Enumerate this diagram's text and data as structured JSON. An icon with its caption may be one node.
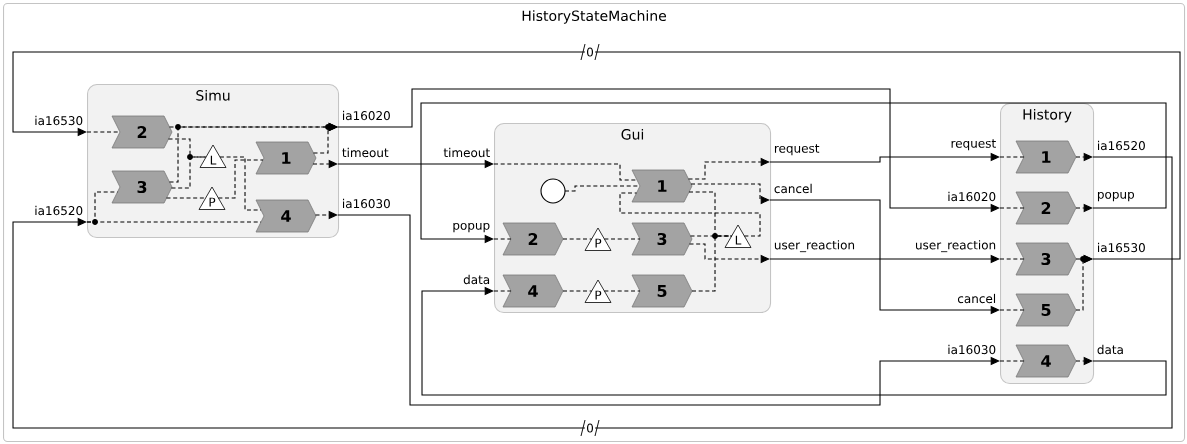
{
  "diagram": {
    "nodes": [
      {
        "text": [
          "HistoryStateMachine"
        ]
      },
      {
        "text": [
          "Simu"
        ],
        "in": 0
      },
      {
        "text": [
          "2"
        ],
        "in": 1
      },
      {
        "text": [
          "3"
        ],
        "in": 1
      },
      {
        "text": [
          "L"
        ],
        "in": 1
      },
      {
        "text": [
          "P"
        ],
        "in": 1
      },
      {
        "text": [
          "1"
        ],
        "in": 1
      },
      {
        "text": [
          "4"
        ],
        "in": 1
      },
      {
        "text": [
          "Gui"
        ],
        "in": 0
      },
      {
        "text": [
          "1"
        ],
        "in": 8
      },
      {
        "text": [],
        "shape": "circle",
        "in": 8
      },
      {
        "text": [
          "2"
        ],
        "in": 8
      },
      {
        "text": [
          "P"
        ],
        "in": 8
      },
      {
        "text": [
          "3"
        ],
        "in": 8
      },
      {
        "text": [
          "L"
        ],
        "in": 8
      },
      {
        "text": [
          "4"
        ],
        "in": 8
      },
      {
        "text": [
          "P"
        ],
        "in": 8
      },
      {
        "text": [
          "5"
        ],
        "in": 8
      },
      {
        "text": [
          "History"
        ],
        "in": 0
      },
      {
        "text": [
          "1"
        ],
        "in": 18
      },
      {
        "text": [
          "2"
        ],
        "in": 18
      },
      {
        "text": [
          "3"
        ],
        "in": 18
      },
      {
        "text": [
          "5"
        ],
        "in": 18
      },
      {
        "text": [
          "4"
        ],
        "in": 18
      },
      {
        "text": [
          "ia16530"
        ],
        "in": 0
      },
      {
        "text": [
          "ia16520"
        ],
        "in": 0
      },
      {
        "text": [
          "ia16020"
        ],
        "in": 0
      },
      {
        "text": [
          "timeout"
        ],
        "in": 0
      },
      {
        "text": [
          "ia16030"
        ],
        "in": 0
      },
      {
        "text": [
          "timeout"
        ],
        "in": 0
      },
      {
        "text": [
          "popup"
        ],
        "in": 0
      },
      {
        "text": [
          "data"
        ],
        "in": 0
      },
      {
        "text": [
          "request"
        ],
        "in": 0
      },
      {
        "text": [
          "cancel"
        ],
        "in": 0
      },
      {
        "text": [
          "user_reaction"
        ],
        "in": 0
      },
      {
        "text": [
          "request"
        ],
        "in": 0
      },
      {
        "text": [
          "ia16020"
        ],
        "in": 0
      },
      {
        "text": [
          "user_reaction"
        ],
        "in": 0
      },
      {
        "text": [
          "cancel"
        ],
        "in": 0
      },
      {
        "text": [
          "ia16030"
        ],
        "in": 0
      },
      {
        "text": [
          "ia16520"
        ],
        "in": 0
      },
      {
        "text": [
          "popup"
        ],
        "in": 0
      },
      {
        "text": [
          "ia16530"
        ],
        "in": 0
      },
      {
        "text": [
          "data"
        ],
        "in": 0
      }
    ],
    "edges": [
      {
        "from": 24,
        "to": 2,
        "arrow": "none",
        "style": "dashed"
      },
      {
        "from": 2,
        "to": 26,
        "arrow": "to",
        "style": "dashed"
      },
      {
        "from": 3,
        "to": 26,
        "arrow": "to",
        "style": "dashed"
      },
      {
        "from": 2,
        "to": 4,
        "arrow": "none",
        "style": "dashed"
      },
      {
        "from": 3,
        "to": 4,
        "arrow": "none",
        "style": "dashed"
      },
      {
        "from": 4,
        "to": 7,
        "arrow": "none",
        "style": "dashed"
      },
      {
        "from": 3,
        "to": 5,
        "arrow": "none",
        "style": "dashed"
      },
      {
        "from": 5,
        "to": 6,
        "arrow": "none",
        "style": "dashed"
      },
      {
        "from": 6,
        "to": 26,
        "arrow": "to",
        "style": "dashed"
      },
      {
        "from": 6,
        "to": 27,
        "arrow": "to",
        "style": "dashed"
      },
      {
        "from": 25,
        "to": 7,
        "arrow": "none",
        "style": "dashed"
      },
      {
        "from": 25,
        "to": 3,
        "arrow": "none",
        "style": "dashed"
      },
      {
        "from": 7,
        "to": 28,
        "arrow": "to",
        "style": "dashed"
      },
      {
        "from": 29,
        "to": 9,
        "arrow": "none",
        "style": "dashed"
      },
      {
        "from": 10,
        "to": 9,
        "arrow": "none",
        "style": "dashed"
      },
      {
        "from": 9,
        "to": 32,
        "arrow": "to",
        "style": "dashed"
      },
      {
        "from": 9,
        "to": 33,
        "arrow": "to",
        "style": "dashed"
      },
      {
        "from": 9,
        "to": 14,
        "arrow": "none",
        "style": "dashed"
      },
      {
        "from": 13,
        "to": 14,
        "arrow": "none",
        "style": "dashed"
      },
      {
        "from": 17,
        "to": 14,
        "arrow": "none",
        "style": "dashed"
      },
      {
        "from": 14,
        "to": 9,
        "arrow": "none",
        "style": "dashed"
      },
      {
        "from": 13,
        "to": 34,
        "arrow": "to",
        "style": "dashed"
      },
      {
        "from": 30,
        "to": 11,
        "arrow": "none",
        "style": "dashed"
      },
      {
        "from": 11,
        "to": 12,
        "arrow": "none",
        "style": "dashed"
      },
      {
        "from": 12,
        "to": 13,
        "arrow": "none",
        "style": "dashed"
      },
      {
        "from": 31,
        "to": 15,
        "arrow": "none",
        "style": "dashed"
      },
      {
        "from": 15,
        "to": 16,
        "arrow": "none",
        "style": "dashed"
      },
      {
        "from": 16,
        "to": 17,
        "arrow": "none",
        "style": "dashed"
      },
      {
        "from": 35,
        "to": 19,
        "arrow": "none",
        "style": "dashed"
      },
      {
        "from": 19,
        "to": 40,
        "arrow": "to",
        "style": "dashed"
      },
      {
        "from": 36,
        "to": 20,
        "arrow": "none",
        "style": "dashed"
      },
      {
        "from": 20,
        "to": 41,
        "arrow": "to",
        "style": "dashed"
      },
      {
        "from": 37,
        "to": 21,
        "arrow": "none",
        "style": "dashed"
      },
      {
        "from": 21,
        "to": 42,
        "arrow": "to",
        "style": "dashed"
      },
      {
        "from": 38,
        "to": 22,
        "arrow": "none",
        "style": "dashed"
      },
      {
        "from": 22,
        "to": 42,
        "arrow": "to",
        "style": "dashed"
      },
      {
        "from": 39,
        "to": 23,
        "arrow": "none",
        "style": "dashed"
      },
      {
        "from": 23,
        "to": 43,
        "arrow": "to",
        "style": "dashed"
      },
      {
        "from": 26,
        "to": 36,
        "arrow": "to"
      },
      {
        "from": 27,
        "to": 29,
        "arrow": "to"
      },
      {
        "from": 28,
        "to": 39,
        "arrow": "to"
      },
      {
        "from": 32,
        "to": 35,
        "arrow": "to"
      },
      {
        "from": 33,
        "to": 38,
        "arrow": "to"
      },
      {
        "from": 34,
        "to": 37,
        "arrow": "to"
      },
      {
        "from": 40,
        "to": 25,
        "arrow": "to",
        "label": "0"
      },
      {
        "from": 41,
        "to": 30,
        "arrow": "to"
      },
      {
        "from": 42,
        "to": 24,
        "arrow": "to",
        "label": "0"
      },
      {
        "from": 43,
        "to": 31,
        "arrow": "to"
      }
    ]
  }
}
